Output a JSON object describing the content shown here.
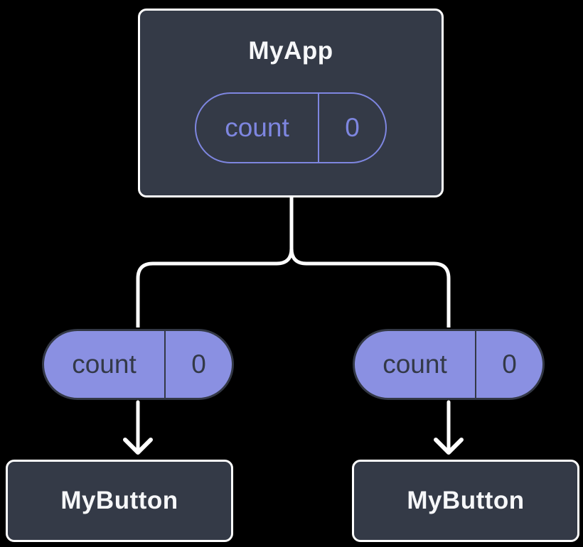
{
  "colors": {
    "background": "#000000",
    "card_fill": "#343A47",
    "card_border": "#FFFFFF",
    "pill_fill": "#8A90E2",
    "pill_outline": "#7E86E0",
    "pill_border_dark": "#333845",
    "pill_dark_text": "#333947",
    "connector": "#FFFFFF",
    "text_light": "#F6F7F9"
  },
  "tree": {
    "root": {
      "title": "MyApp",
      "state": {
        "name": "count",
        "value": "0"
      }
    },
    "children": [
      {
        "prop": {
          "name": "count",
          "value": "0"
        },
        "title": "MyButton"
      },
      {
        "prop": {
          "name": "count",
          "value": "0"
        },
        "title": "MyButton"
      }
    ]
  }
}
